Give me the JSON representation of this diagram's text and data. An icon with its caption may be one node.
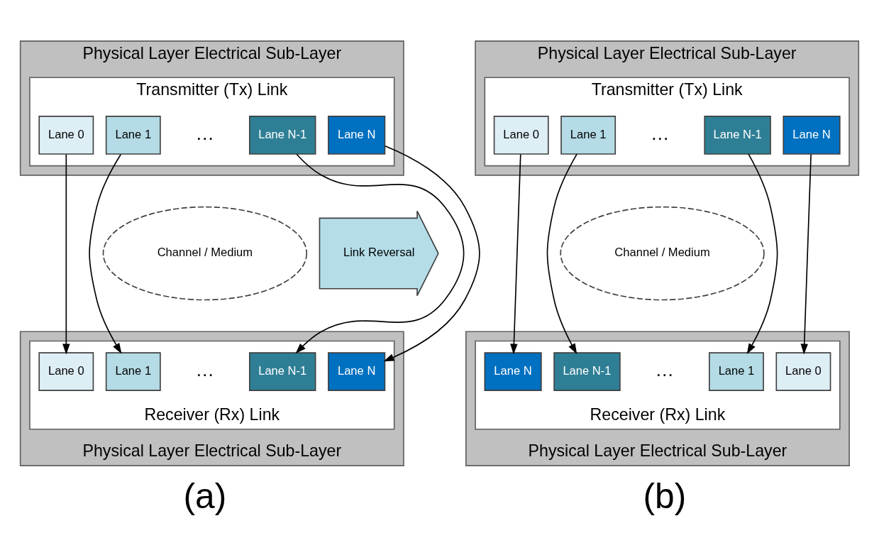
{
  "diagram": {
    "nodes": [
      {
        "text": [
          "Physical Layer Electrical Sub-Layer"
        ]
      },
      {
        "text": [
          "Transmitter (Tx) Link"
        ],
        "in": 0
      },
      {
        "text": [
          "Lane 0"
        ],
        "in": 1
      },
      {
        "text": [
          "Lane 1"
        ],
        "in": 1
      },
      {
        "text": [
          "Lane N-1"
        ],
        "in": 1
      },
      {
        "text": [
          "Lane N"
        ],
        "in": 1
      },
      {
        "text": [
          "Channel / Medium"
        ]
      },
      {
        "text": [
          "Physical Layer Electrical Sub-Layer"
        ]
      },
      {
        "text": [
          "Receiver (Rx) Link"
        ],
        "in": 7
      },
      {
        "text": [
          "Lane 0"
        ],
        "in": 8
      },
      {
        "text": [
          "Lane 1"
        ],
        "in": 8
      },
      {
        "text": [
          "Lane N-1"
        ],
        "in": 8
      },
      {
        "text": [
          "Lane N"
        ],
        "in": 8
      },
      {
        "text": [
          "Link Reversal"
        ]
      },
      {
        "text": [
          "Physical Layer Electrical Sub-Layer"
        ]
      },
      {
        "text": [
          "Transmitter (Tx) Link"
        ],
        "in": 14
      },
      {
        "text": [
          "Lane 0"
        ],
        "in": 15
      },
      {
        "text": [
          "Lane 1"
        ],
        "in": 15
      },
      {
        "text": [
          "Lane N-1"
        ],
        "in": 15
      },
      {
        "text": [
          "Lane N"
        ],
        "in": 15
      },
      {
        "text": [
          "Channel / Medium"
        ]
      },
      {
        "text": [
          "Physical Layer Electrical Sub-Layer"
        ]
      },
      {
        "text": [
          "Receiver (Rx) Link"
        ],
        "in": 21
      },
      {
        "text": [
          "Lane N"
        ],
        "in": 22
      },
      {
        "text": [
          "Lane N-1"
        ],
        "in": 22
      },
      {
        "text": [
          "Lane 1"
        ],
        "in": 22
      },
      {
        "text": [
          "Lane 0"
        ],
        "in": 22
      }
    ],
    "edges": [
      {
        "from": 2,
        "to": 9,
        "arrow": "to"
      },
      {
        "from": 3,
        "to": 10,
        "arrow": "to"
      },
      {
        "from": 4,
        "to": 11,
        "arrow": "to"
      },
      {
        "from": 5,
        "to": 12,
        "arrow": "to"
      },
      {
        "from": 16,
        "to": 23,
        "arrow": "to"
      },
      {
        "from": 17,
        "to": 24,
        "arrow": "to"
      },
      {
        "from": 18,
        "to": 25,
        "arrow": "to"
      },
      {
        "from": 19,
        "to": 26,
        "arrow": "to"
      }
    ],
    "labels": [
      "…",
      "…",
      "…",
      "…",
      "(a)",
      "(b)"
    ]
  }
}
